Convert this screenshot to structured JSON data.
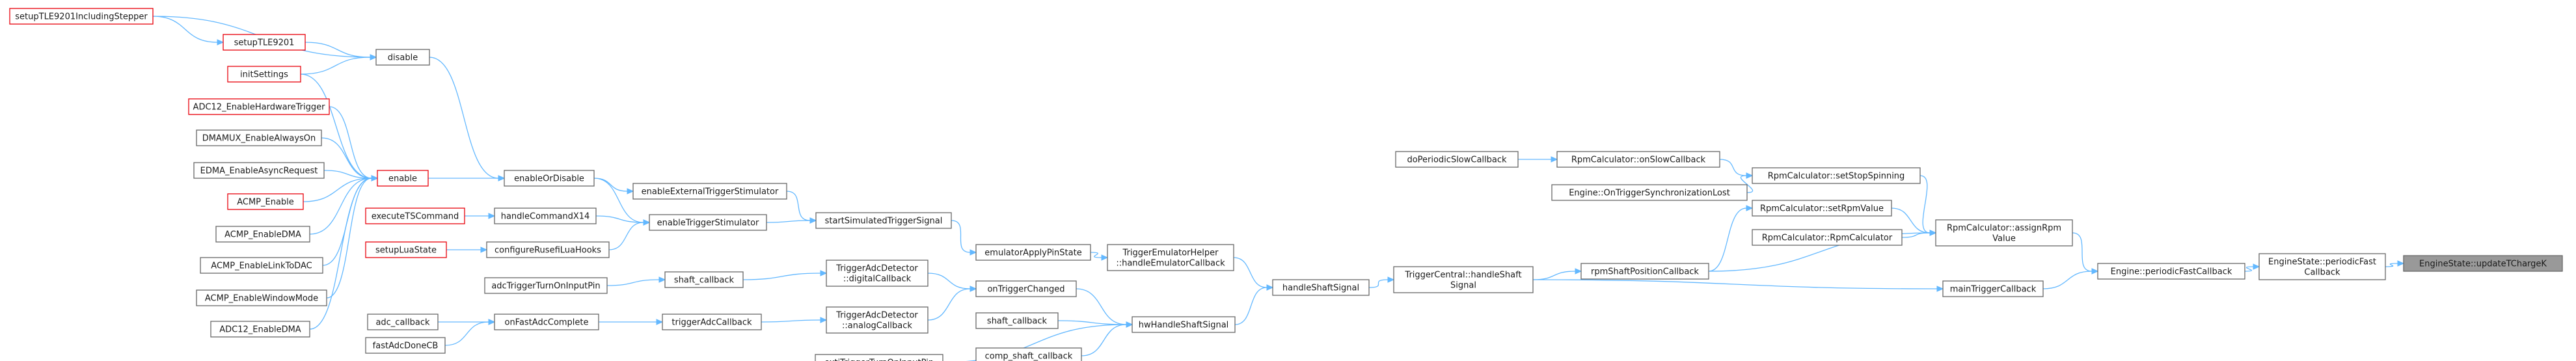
{
  "graph": {
    "nodes": [
      {
        "id": "setupTLE9201IncludingStepper",
        "label": [
          "setupTLE9201IncludingStepper"
        ],
        "style": "red"
      },
      {
        "id": "setupTLE9201",
        "label": [
          "setupTLE9201"
        ],
        "style": "red"
      },
      {
        "id": "initSettings",
        "label": [
          "initSettings"
        ],
        "style": "red"
      },
      {
        "id": "disable",
        "label": [
          "disable"
        ],
        "style": "normal"
      },
      {
        "id": "ADC12_EnableHardwareTrigger",
        "label": [
          "ADC12_EnableHardwareTrigger"
        ],
        "style": "red"
      },
      {
        "id": "DMAMUX_EnableAlwaysOn",
        "label": [
          "DMAMUX_EnableAlwaysOn"
        ],
        "style": "normal"
      },
      {
        "id": "EDMA_EnableAsyncRequest",
        "label": [
          "EDMA_EnableAsyncRequest"
        ],
        "style": "normal"
      },
      {
        "id": "ACMP_Enable",
        "label": [
          "ACMP_Enable"
        ],
        "style": "red"
      },
      {
        "id": "ACMP_EnableDMA",
        "label": [
          "ACMP_EnableDMA"
        ],
        "style": "normal"
      },
      {
        "id": "ACMP_EnableLinkToDAC",
        "label": [
          "ACMP_EnableLinkToDAC"
        ],
        "style": "normal"
      },
      {
        "id": "ACMP_EnableWindowMode",
        "label": [
          "ACMP_EnableWindowMode"
        ],
        "style": "normal"
      },
      {
        "id": "ADC12_EnableDMA",
        "label": [
          "ADC12_EnableDMA"
        ],
        "style": "normal"
      },
      {
        "id": "enable",
        "label": [
          "enable"
        ],
        "style": "red"
      },
      {
        "id": "executeTSCommand",
        "label": [
          "executeTSCommand"
        ],
        "style": "red"
      },
      {
        "id": "setupLuaState",
        "label": [
          "setupLuaState"
        ],
        "style": "red"
      },
      {
        "id": "adcTriggerTurnOnInputPin",
        "label": [
          "adcTriggerTurnOnInputPin"
        ],
        "style": "normal"
      },
      {
        "id": "adc_callback",
        "label": [
          "adc_callback"
        ],
        "style": "normal"
      },
      {
        "id": "fastAdcDoneCB",
        "label": [
          "fastAdcDoneCB"
        ],
        "style": "normal"
      },
      {
        "id": "enableOrDisable",
        "label": [
          "enableOrDisable"
        ],
        "style": "normal"
      },
      {
        "id": "handleCommandX14",
        "label": [
          "handleCommandX14"
        ],
        "style": "normal"
      },
      {
        "id": "configureRusefiLuaHooks",
        "label": [
          "configureRusefiLuaHooks"
        ],
        "style": "normal"
      },
      {
        "id": "shaft_callback",
        "label": [
          "shaft_callback"
        ],
        "style": "normal"
      },
      {
        "id": "onFastAdcComplete",
        "label": [
          "onFastAdcComplete"
        ],
        "style": "normal"
      },
      {
        "id": "enableExternalTriggerStimulator",
        "label": [
          "enableExternalTriggerStimulator"
        ],
        "style": "normal"
      },
      {
        "id": "enableTriggerStimulator",
        "label": [
          "enableTriggerStimulator"
        ],
        "style": "normal"
      },
      {
        "id": "TriggerAdcDetector_digitalCallback",
        "label": [
          "TriggerAdcDetector",
          "::digitalCallback"
        ],
        "style": "normal"
      },
      {
        "id": "triggerAdcCallback",
        "label": [
          "triggerAdcCallback"
        ],
        "style": "normal"
      },
      {
        "id": "TriggerAdcDetector_analogCallback",
        "label": [
          "TriggerAdcDetector",
          "::analogCallback"
        ],
        "style": "normal"
      },
      {
        "id": "extiTriggerTurnOnInputPin",
        "label": [
          "extiTriggerTurnOnInputPin"
        ],
        "style": "normal"
      },
      {
        "id": "startSimulatedTriggerSignal",
        "label": [
          "startSimulatedTriggerSignal"
        ],
        "style": "normal"
      },
      {
        "id": "emulatorApplyPinState",
        "label": [
          "emulatorApplyPinState"
        ],
        "style": "normal"
      },
      {
        "id": "onTriggerChanged",
        "label": [
          "onTriggerChanged"
        ],
        "style": "normal"
      },
      {
        "id": "shaft_callback2",
        "label": [
          "shaft_callback"
        ],
        "style": "normal"
      },
      {
        "id": "comp_shaft_callback",
        "label": [
          "comp_shaft_callback"
        ],
        "style": "normal"
      },
      {
        "id": "TriggerEmulatorHelper_handleEmulatorCallback",
        "label": [
          "TriggerEmulatorHelper",
          "::handleEmulatorCallback"
        ],
        "style": "normal"
      },
      {
        "id": "hwHandleShaftSignal",
        "label": [
          "hwHandleShaftSignal"
        ],
        "style": "normal"
      },
      {
        "id": "handleShaftSignal",
        "label": [
          "handleShaftSignal"
        ],
        "style": "normal"
      },
      {
        "id": "doPeriodicSlowCallback",
        "label": [
          "doPeriodicSlowCallback"
        ],
        "style": "normal"
      },
      {
        "id": "TriggerCentral_handleShaftSignal",
        "label": [
          "TriggerCentral::handleShaft",
          "Signal"
        ],
        "style": "normal"
      },
      {
        "id": "RpmCalculator_onSlowCallback",
        "label": [
          "RpmCalculator::onSlowCallback"
        ],
        "style": "normal"
      },
      {
        "id": "Engine_OnTriggerSynchronizationLost",
        "label": [
          "Engine::OnTriggerSynchronizationLost"
        ],
        "style": "normal"
      },
      {
        "id": "rpmShaftPositionCallback",
        "label": [
          "rpmShaftPositionCallback"
        ],
        "style": "normal"
      },
      {
        "id": "RpmCalculator_setStopSpinning",
        "label": [
          "RpmCalculator::setStopSpinning"
        ],
        "style": "normal"
      },
      {
        "id": "RpmCalculator_setRpmValue",
        "label": [
          "RpmCalculator::setRpmValue"
        ],
        "style": "normal"
      },
      {
        "id": "RpmCalculator_RpmCalculator",
        "label": [
          "RpmCalculator::RpmCalculator"
        ],
        "style": "normal"
      },
      {
        "id": "mainTriggerCallback",
        "label": [
          "mainTriggerCallback"
        ],
        "style": "normal"
      },
      {
        "id": "RpmCalculator_assignRpmValue",
        "label": [
          "RpmCalculator::assignRpm",
          "Value"
        ],
        "style": "normal"
      },
      {
        "id": "Engine_periodicFastCallback",
        "label": [
          "Engine::periodicFastCallback"
        ],
        "style": "normal"
      },
      {
        "id": "EngineState_periodicFastCallback",
        "label": [
          "EngineState::periodicFast",
          "Callback"
        ],
        "style": "normal"
      },
      {
        "id": "EngineState_updateTChargeK",
        "label": [
          "EngineState::updateTChargeK"
        ],
        "style": "current"
      }
    ],
    "edges": [
      [
        "EngineState_updateTChargeK",
        "EngineState_periodicFastCallback"
      ],
      [
        "EngineState_periodicFastCallback",
        "Engine_periodicFastCallback"
      ],
      [
        "Engine_periodicFastCallback",
        "RpmCalculator_assignRpmValue"
      ],
      [
        "Engine_periodicFastCallback",
        "mainTriggerCallback"
      ],
      [
        "RpmCalculator_assignRpmValue",
        "RpmCalculator_setStopSpinning"
      ],
      [
        "RpmCalculator_assignRpmValue",
        "RpmCalculator_setRpmValue"
      ],
      [
        "RpmCalculator_assignRpmValue",
        "RpmCalculator_RpmCalculator"
      ],
      [
        "RpmCalculator_assignRpmValue",
        "rpmShaftPositionCallback"
      ],
      [
        "RpmCalculator_setStopSpinning",
        "RpmCalculator_onSlowCallback"
      ],
      [
        "RpmCalculator_setStopSpinning",
        "Engine_OnTriggerSynchronizationLost"
      ],
      [
        "RpmCalculator_onSlowCallback",
        "doPeriodicSlowCallback"
      ],
      [
        "RpmCalculator_setRpmValue",
        "rpmShaftPositionCallback"
      ],
      [
        "rpmShaftPositionCallback",
        "TriggerCentral_handleShaftSignal"
      ],
      [
        "mainTriggerCallback",
        "TriggerCentral_handleShaftSignal"
      ],
      [
        "TriggerCentral_handleShaftSignal",
        "handleShaftSignal"
      ],
      [
        "handleShaftSignal",
        "TriggerEmulatorHelper_handleEmulatorCallback"
      ],
      [
        "handleShaftSignal",
        "hwHandleShaftSignal"
      ],
      [
        "TriggerEmulatorHelper_handleEmulatorCallback",
        "emulatorApplyPinState"
      ],
      [
        "emulatorApplyPinState",
        "startSimulatedTriggerSignal"
      ],
      [
        "startSimulatedTriggerSignal",
        "enableExternalTriggerStimulator"
      ],
      [
        "startSimulatedTriggerSignal",
        "enableTriggerStimulator"
      ],
      [
        "enableExternalTriggerStimulator",
        "enableOrDisable"
      ],
      [
        "enableTriggerStimulator",
        "enableOrDisable"
      ],
      [
        "enableTriggerStimulator",
        "handleCommandX14"
      ],
      [
        "enableTriggerStimulator",
        "configureRusefiLuaHooks"
      ],
      [
        "enableOrDisable",
        "disable"
      ],
      [
        "enableOrDisable",
        "enable"
      ],
      [
        "handleCommandX14",
        "executeTSCommand"
      ],
      [
        "configureRusefiLuaHooks",
        "setupLuaState"
      ],
      [
        "disable",
        "setupTLE9201IncludingStepper"
      ],
      [
        "disable",
        "setupTLE9201"
      ],
      [
        "disable",
        "initSettings"
      ],
      [
        "setupTLE9201",
        "setupTLE9201IncludingStepper"
      ],
      [
        "enable",
        "initSettings"
      ],
      [
        "enable",
        "ADC12_EnableHardwareTrigger"
      ],
      [
        "enable",
        "DMAMUX_EnableAlwaysOn"
      ],
      [
        "enable",
        "EDMA_EnableAsyncRequest"
      ],
      [
        "enable",
        "ACMP_Enable"
      ],
      [
        "enable",
        "ACMP_EnableDMA"
      ],
      [
        "enable",
        "ACMP_EnableLinkToDAC"
      ],
      [
        "enable",
        "ACMP_EnableWindowMode"
      ],
      [
        "enable",
        "ADC12_EnableDMA"
      ],
      [
        "hwHandleShaftSignal",
        "onTriggerChanged"
      ],
      [
        "hwHandleShaftSignal",
        "shaft_callback2"
      ],
      [
        "hwHandleShaftSignal",
        "comp_shaft_callback"
      ],
      [
        "hwHandleShaftSignal",
        "extiTriggerTurnOnInputPin"
      ],
      [
        "onTriggerChanged",
        "TriggerAdcDetector_digitalCallback"
      ],
      [
        "onTriggerChanged",
        "TriggerAdcDetector_analogCallback"
      ],
      [
        "TriggerAdcDetector_digitalCallback",
        "shaft_callback"
      ],
      [
        "shaft_callback",
        "adcTriggerTurnOnInputPin"
      ],
      [
        "TriggerAdcDetector_analogCallback",
        "triggerAdcCallback"
      ],
      [
        "triggerAdcCallback",
        "onFastAdcComplete"
      ],
      [
        "onFastAdcComplete",
        "adc_callback"
      ],
      [
        "onFastAdcComplete",
        "fastAdcDoneCB"
      ]
    ]
  }
}
